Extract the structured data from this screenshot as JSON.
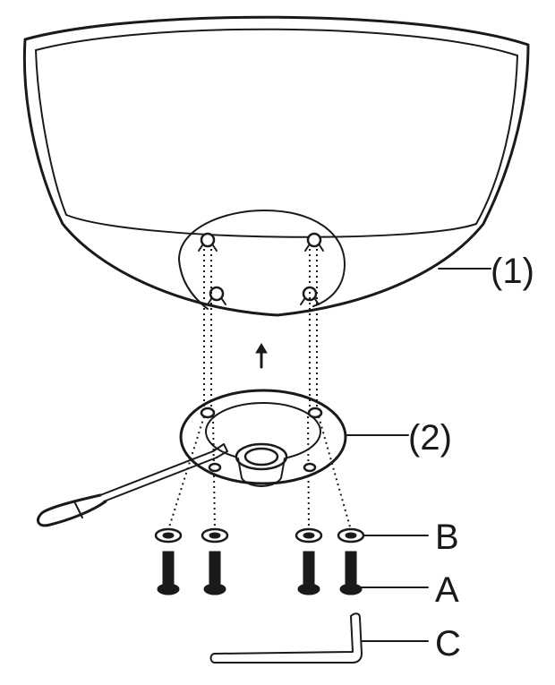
{
  "labels": {
    "part1": "(1)",
    "part2": "(2)",
    "washer": "B",
    "bolt": "A",
    "allen_key": "C"
  },
  "colors": {
    "line": "#1a1a1a",
    "background": "#ffffff"
  },
  "icons": {
    "direction": "arrow-up-icon"
  }
}
